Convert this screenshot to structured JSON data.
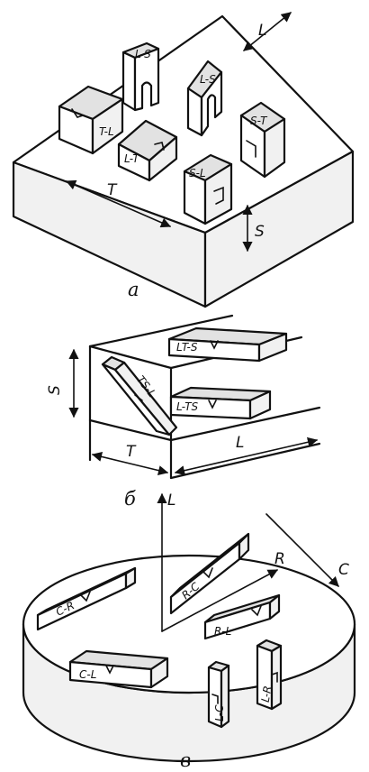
{
  "panel_a": {
    "caption": "а",
    "dir_L": "L",
    "dir_T": "T",
    "dir_S": "S",
    "specimens": [
      "L-S",
      "T-L",
      "L-T",
      "S-L",
      "S-T"
    ]
  },
  "panel_b": {
    "caption": "б",
    "dir_S": "S",
    "dir_T": "T",
    "dir_L": "L",
    "specimens": [
      "LT-S",
      "TS-L",
      "L-TS"
    ]
  },
  "panel_c": {
    "caption": "в",
    "dir_L": "L",
    "dir_R": "R",
    "dir_C": "C",
    "specimens": [
      "C-R",
      "R-C",
      "R-L",
      "C-L",
      "L-C",
      "L-R"
    ]
  },
  "colors": {
    "ink": "#111111",
    "paper": "#ffffff"
  }
}
